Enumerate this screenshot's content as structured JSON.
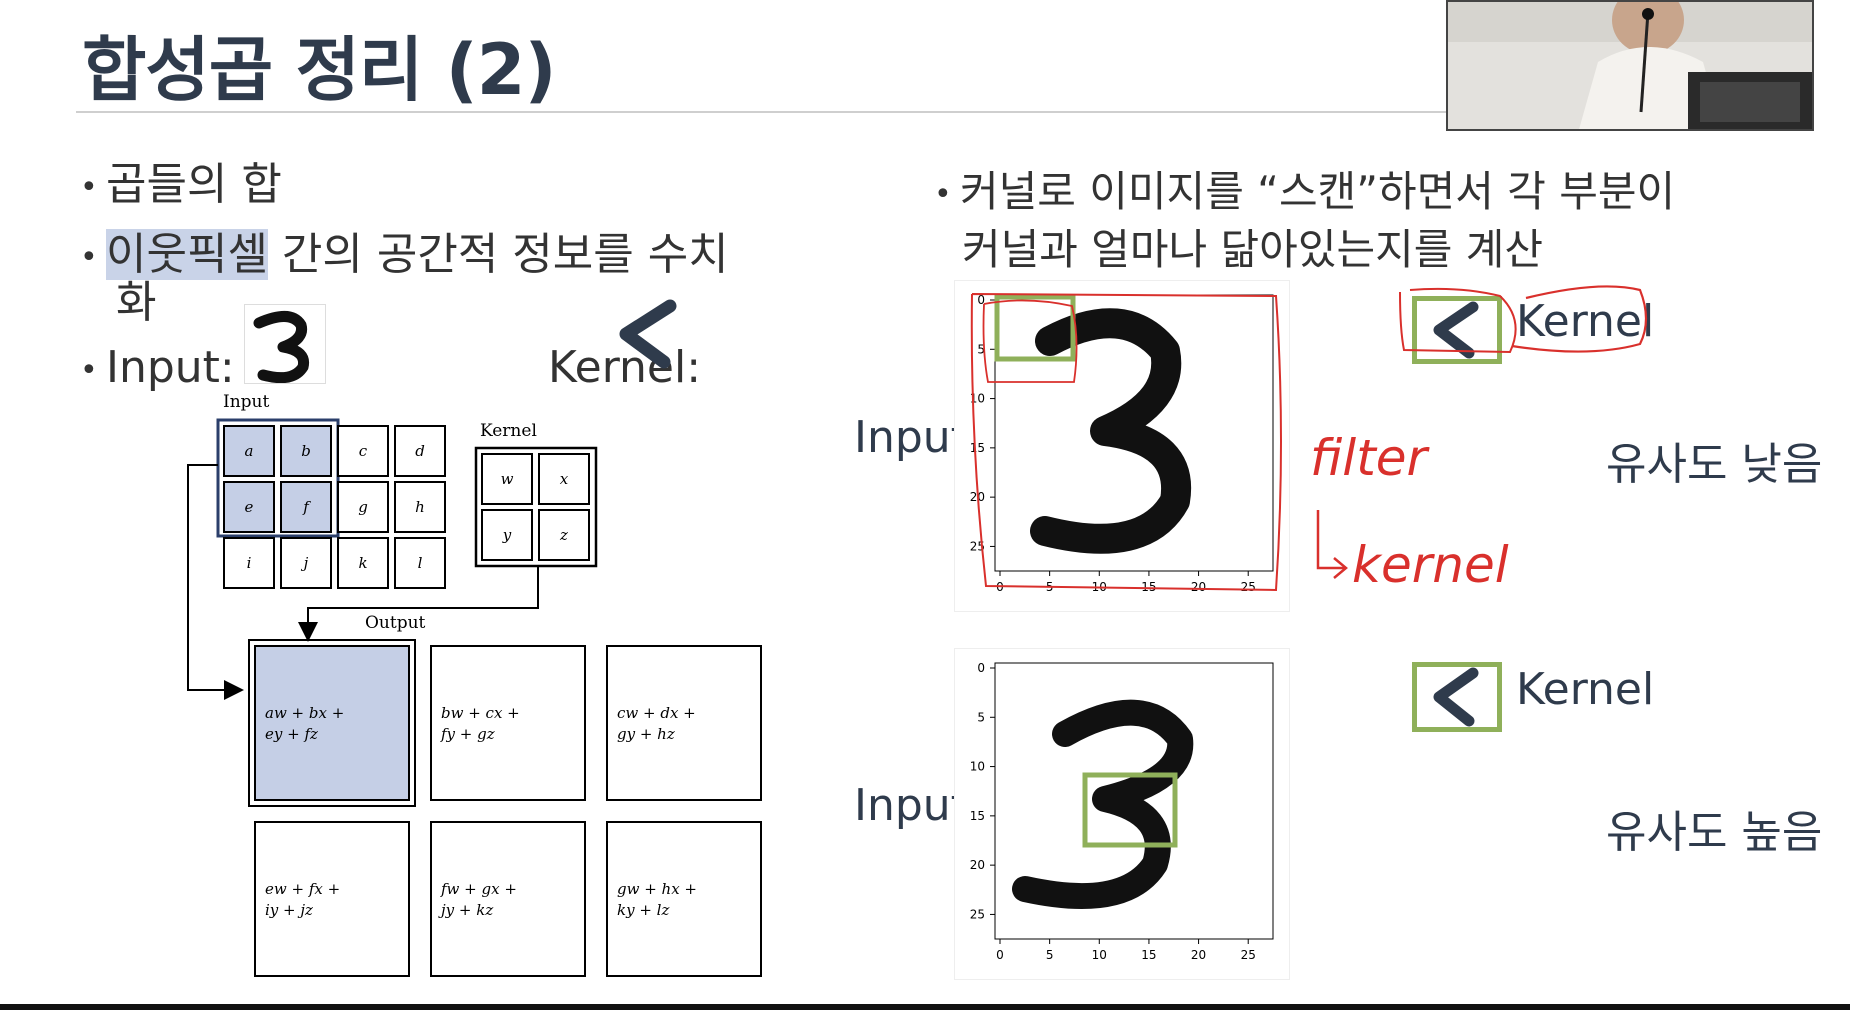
{
  "slide": {
    "title": "합성곱 정리 (2)",
    "left_bullets": [
      {
        "text": "곱들의 합"
      },
      {
        "highlight": "이웃픽셀",
        "rest_line1": " 간의 공간적 정보를 수치",
        "rest_line2": "화"
      },
      {
        "input_label": "Input:",
        "kernel_label": "Kernel:"
      }
    ],
    "right_bullet": {
      "line1": "커널로 이미지를 “스캔”하면서 각 부분이",
      "line2": "커널과 얼마나 닮아있는지를 계산"
    }
  },
  "diagram": {
    "input_title": "Input",
    "kernel_title": "Kernel",
    "output_title": "Output",
    "input_cells": [
      "a",
      "b",
      "c",
      "d",
      "e",
      "f",
      "g",
      "h",
      "i",
      "j",
      "k",
      "l"
    ],
    "kernel_cells": [
      "w",
      "x",
      "y",
      "z"
    ],
    "output_cells": [
      {
        "l1": "aw  +  bx  +",
        "l2": "ey  +  fz"
      },
      {
        "l1": "bw  +  cx  +",
        "l2": "fy  +  gz"
      },
      {
        "l1": "cw  +  dx  +",
        "l2": "gy  +  hz"
      },
      {
        "l1": "ew  +  fx  +",
        "l2": "iy  +  jz"
      },
      {
        "l1": "fw  +  gx  +",
        "l2": "jy  +  kz"
      },
      {
        "l1": "gw  +  hx  +",
        "l2": "ky  +  lz"
      }
    ]
  },
  "examples": [
    {
      "input_label": "Input",
      "kernel_label": "Kernel",
      "result": "유사도 낮음",
      "ticks": [
        "0",
        "5",
        "10",
        "15",
        "20",
        "25"
      ]
    },
    {
      "input_label": "Input",
      "kernel_label": "Kernel",
      "result": "유사도 높음",
      "ticks": [
        "0",
        "5",
        "10",
        "15",
        "20",
        "25"
      ]
    }
  ],
  "annotation": {
    "line1": "filter",
    "line2": "kernel"
  },
  "colors": {
    "title": "#2f3b4c",
    "highlight": "#c9d3e8",
    "box_green": "#8fb05a",
    "ink_red": "#d9302c",
    "cell_fill": "#c5cfe6"
  },
  "webcam": {
    "description_icon": "presenter-video-icon"
  }
}
